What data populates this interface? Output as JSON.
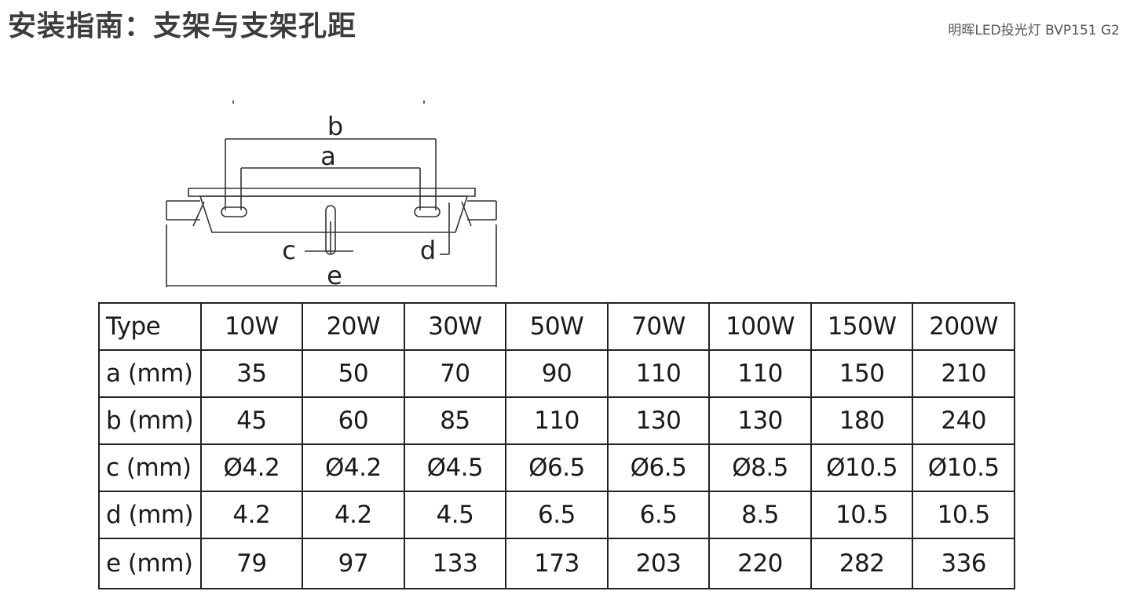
{
  "header": {
    "title": "安装指南：支架与支架孔距",
    "product": "明晖LED投光灯 BVP151 G2"
  },
  "diagram": {
    "labels": {
      "a": "a",
      "b": "b",
      "c": "c",
      "d": "d",
      "e": "e"
    }
  },
  "table": {
    "columns": [
      "Type",
      "10W",
      "20W",
      "30W",
      "50W",
      "70W",
      "100W",
      "150W",
      "200W"
    ],
    "rows": [
      {
        "label": "a (mm)",
        "values": [
          "35",
          "50",
          "70",
          "90",
          "110",
          "110",
          "150",
          "210"
        ]
      },
      {
        "label": "b (mm)",
        "values": [
          "45",
          "60",
          "85",
          "110",
          "130",
          "130",
          "180",
          "240"
        ]
      },
      {
        "label": "c (mm)",
        "values": [
          "Ø4.2",
          "Ø4.2",
          "Ø4.5",
          "Ø6.5",
          "Ø6.5",
          "Ø8.5",
          "Ø10.5",
          "Ø10.5"
        ]
      },
      {
        "label": "d (mm)",
        "values": [
          "4.2",
          "4.2",
          "4.5",
          "6.5",
          "6.5",
          "8.5",
          "10.5",
          "10.5"
        ]
      },
      {
        "label": "e (mm)",
        "values": [
          "79",
          "97",
          "133",
          "173",
          "203",
          "220",
          "282",
          "336"
        ]
      }
    ]
  }
}
